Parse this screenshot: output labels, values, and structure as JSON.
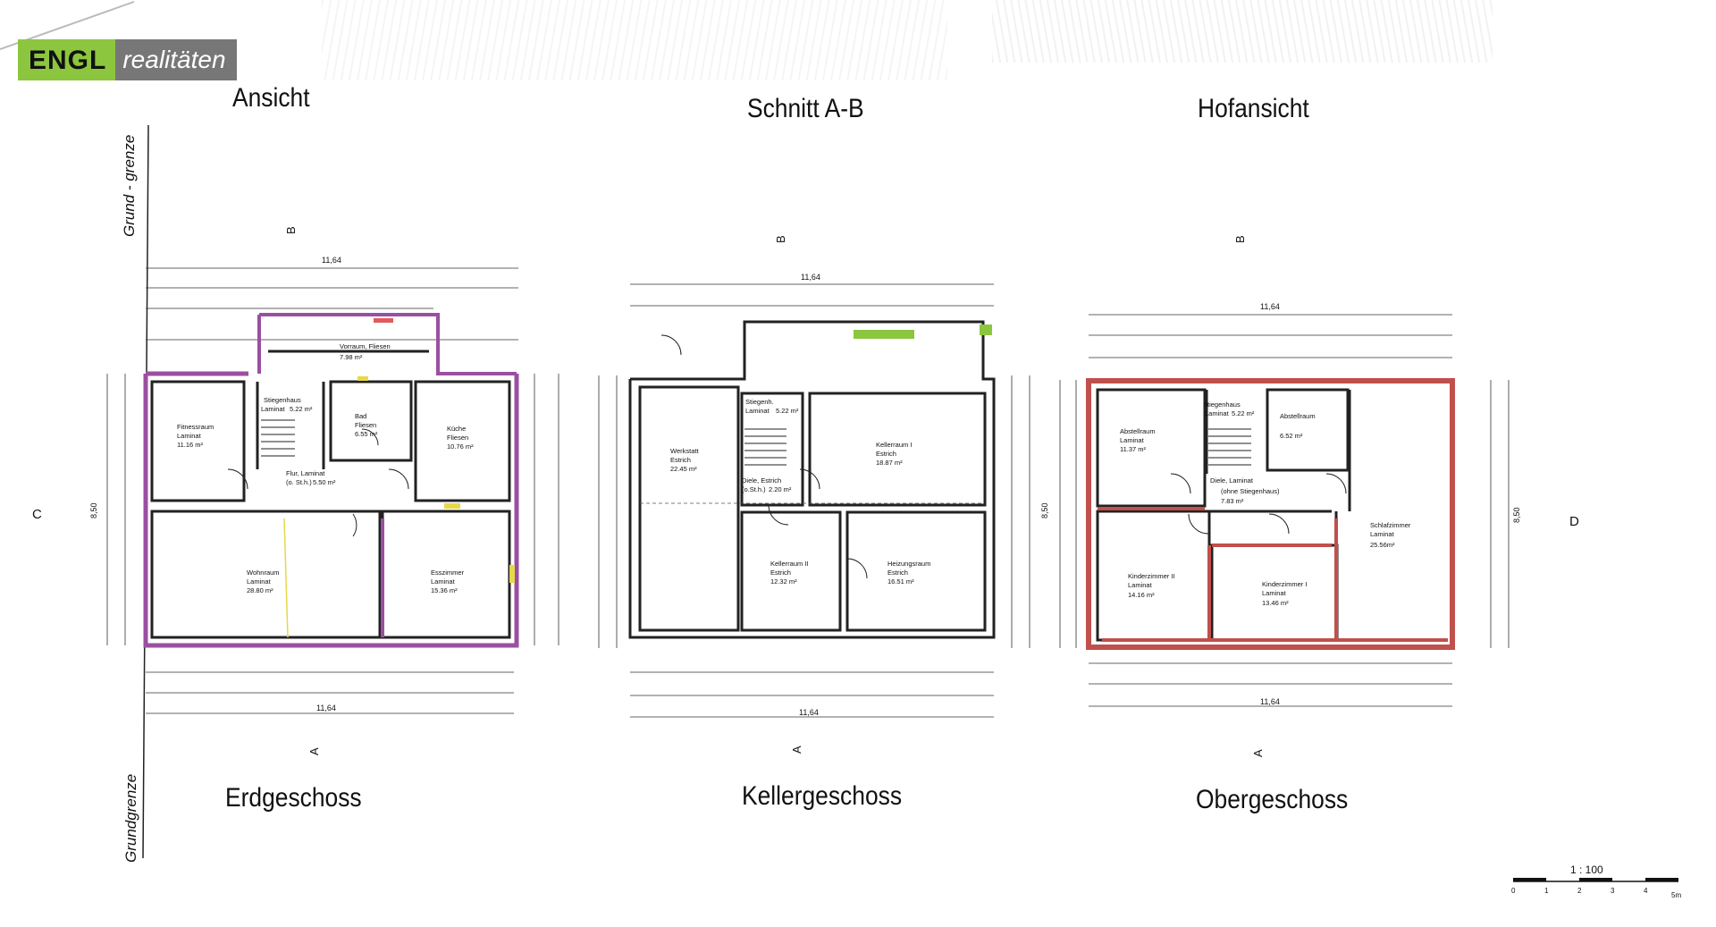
{
  "brand": {
    "name": "ENGL",
    "suffix": "realitäten"
  },
  "views": {
    "ansicht": "Ansicht",
    "schnitt": "Schnitt A-B",
    "hofansicht": "Hofansicht"
  },
  "floors": {
    "erdgeschoss": "Erdgeschoss",
    "kellergeschoss": "Kellergeschoss",
    "obergeschoss": "Obergeschoss"
  },
  "side_labels": {
    "grundgrenze_top": "Grund - grenze",
    "grundgrenze_bottom": "Grundgrenze",
    "b": "B",
    "a": "A",
    "c": "C",
    "d": "D"
  },
  "scale": {
    "label": "1 : 100",
    "ticks": [
      "0",
      "1",
      "2",
      "3",
      "4",
      "5m"
    ]
  },
  "dimensions": {
    "eg_total": "11,64",
    "kg_total": "11,64",
    "og_total": "11,64",
    "eg_height": "8,50",
    "kg_height": "8,50",
    "og_height": "8,50"
  },
  "erdgeschoss_rooms": [
    {
      "name": "Fitnessraum",
      "floor": "Laminat",
      "area": "11.16 m²"
    },
    {
      "name": "Stiegenhaus",
      "floor": "Laminat",
      "area": "5.22 m²"
    },
    {
      "name": "Vorraum, Fliesen",
      "floor": "",
      "area": "7.98 m²"
    },
    {
      "name": "Bad",
      "floor": "Fliesen",
      "area": "6.55 m²"
    },
    {
      "name": "Küche",
      "floor": "Fliesen",
      "area": "10.76 m²"
    },
    {
      "name": "Flur, Laminat",
      "floor": "(o. St.h.)",
      "area": "5.50 m²"
    },
    {
      "name": "Wohnraum",
      "floor": "Laminat",
      "area": "28.80 m²"
    },
    {
      "name": "Esszimmer",
      "floor": "Laminat",
      "area": "15.36 m²"
    }
  ],
  "kellergeschoss_rooms": [
    {
      "name": "Werkstatt",
      "floor": "Estrich",
      "area": "22.45 m²"
    },
    {
      "name": "Stiegenh.",
      "floor": "Laminat",
      "area": "5.22 m²"
    },
    {
      "name": "Kellerraum I",
      "floor": "Estrich",
      "area": "18.87 m²"
    },
    {
      "name": "Diele, Estrich",
      "floor": "(o.St.h.)",
      "area": "2.20 m²"
    },
    {
      "name": "Kellerraum II",
      "floor": "Estrich",
      "area": "12.32 m²"
    },
    {
      "name": "Heizungsraum",
      "floor": "Estrich",
      "area": "16.51 m²"
    }
  ],
  "obergeschoss_rooms": [
    {
      "name": "Abstellraum",
      "floor": "Laminat",
      "area": "11.37 m²"
    },
    {
      "name": "Stiegenhaus",
      "floor": "Laminat",
      "area": "5.22 m²"
    },
    {
      "name": "Abstellraum",
      "floor": "",
      "area": "6.52 m²"
    },
    {
      "name": "Diele, Laminat",
      "floor": "(ohne Stiegenhaus)",
      "area": "7.83 m²"
    },
    {
      "name": "Schlafzimmer",
      "floor": "Laminat",
      "area": "25.56m²"
    },
    {
      "name": "Kinderzimmer II",
      "floor": "Laminat",
      "area": "14.16 m²"
    },
    {
      "name": "Kinderzimmer I",
      "floor": "Laminat",
      "area": "13.46 m²"
    }
  ],
  "colors": {
    "wall_eg": "#9b4fa0",
    "wall_og": "#c0504d",
    "accent_green": "#8cc63f",
    "line": "#222222"
  }
}
